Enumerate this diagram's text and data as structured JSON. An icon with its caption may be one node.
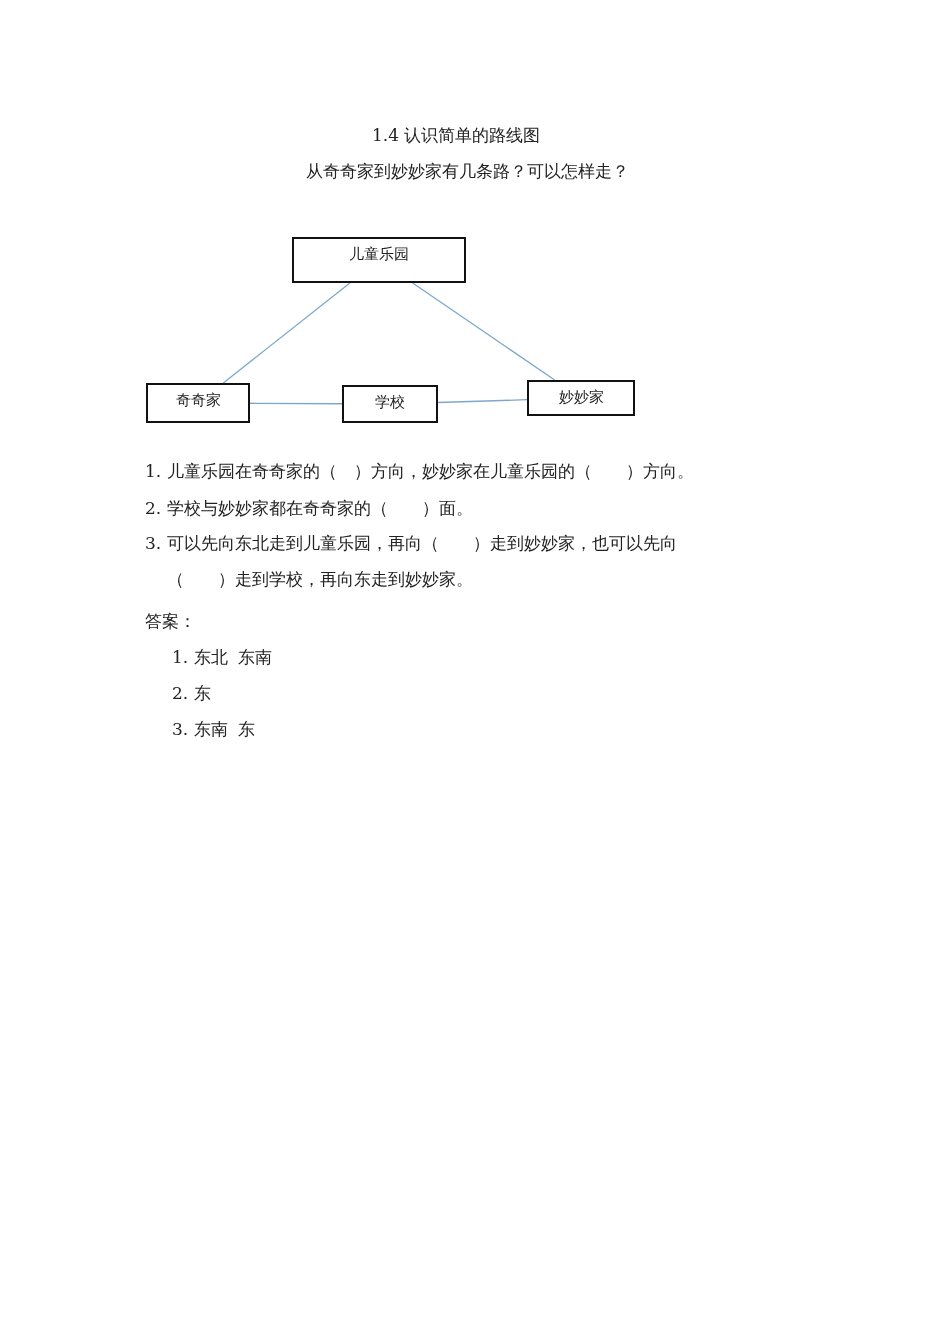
{
  "diagram": {
    "title": "1.4 认识简单的路线图",
    "nodes": [
      {
        "text": [
          "儿童乐园"
        ]
      },
      {
        "text": [
          "奇奇家"
        ]
      },
      {
        "text": [
          "学校"
        ]
      },
      {
        "text": [
          "妙妙家"
        ]
      }
    ],
    "edges": [
      {
        "from": 0,
        "to": 1,
        "arrow": "none"
      },
      {
        "from": 0,
        "to": 3,
        "arrow": "none"
      },
      {
        "from": 1,
        "to": 2,
        "arrow": "none"
      },
      {
        "from": 2,
        "to": 3,
        "arrow": "none"
      }
    ],
    "labels": [
      "从奇奇家到妙妙家有几条路？可以怎样走？",
      "1. 儿童乐园在奇奇家的（　）方向，妙妙家在儿童乐园的（　　）方向。",
      "2. 学校与妙妙家都在奇奇家的（　　）面。",
      "3. 可以先向东北走到儿童乐园，再向（　　）走到妙妙家，也可以先向（　　）走到学校，再向东走到妙妙家。",
      "答案：",
      "1. 东北  东南",
      "2. 东",
      "3. 东南  东"
    ]
  }
}
